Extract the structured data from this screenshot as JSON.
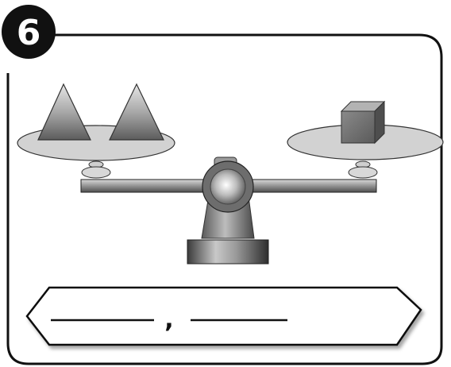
{
  "problem": {
    "number": "6",
    "answer_separator": ","
  },
  "balance": {
    "left_pan_items": [
      "triangle-weight",
      "triangle-weight"
    ],
    "right_pan_items": [
      "cube-weight"
    ]
  },
  "answer_box": {
    "blanks": 2
  }
}
